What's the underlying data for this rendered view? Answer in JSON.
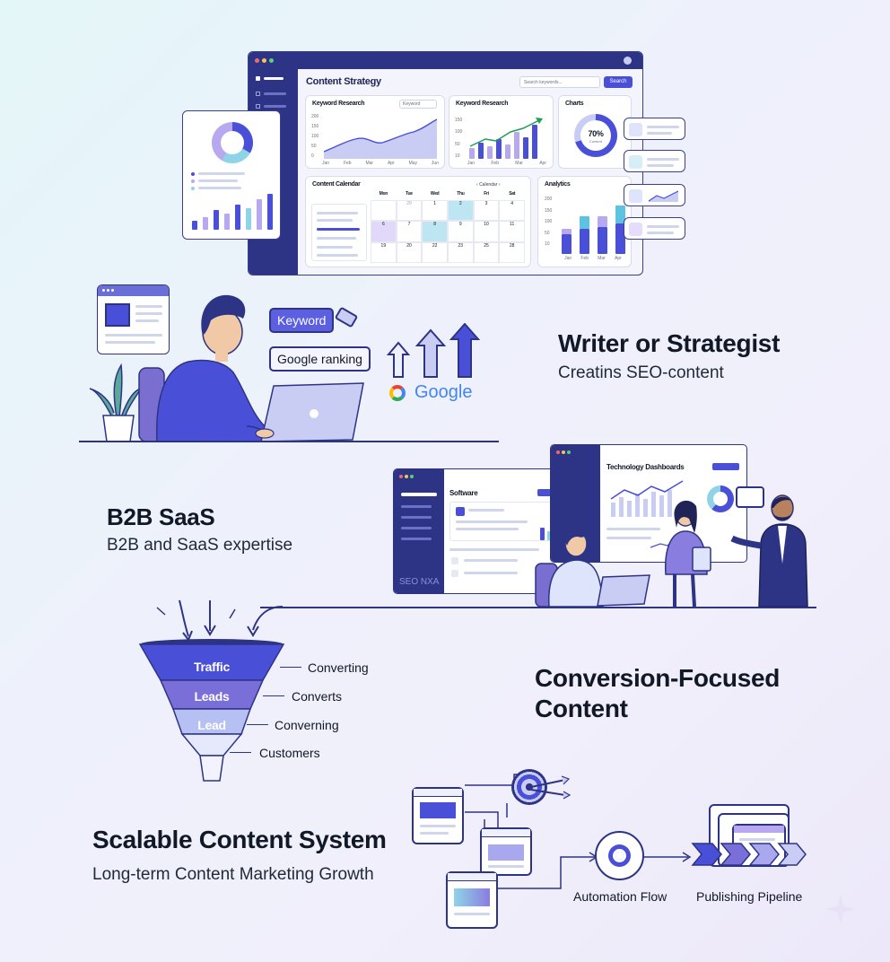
{
  "dashboard": {
    "title": "Content Strategy",
    "search_placeholder": "Search keywords...",
    "search_button": "Search",
    "keyword_research_1": {
      "title": "Keyword Research",
      "dropdown": "Keyword",
      "y_ticks": [
        "200",
        "150",
        "100",
        "50",
        "0"
      ],
      "x_ticks": [
        "Jan",
        "Feb",
        "Mar",
        "Apr",
        "May",
        "Jun"
      ]
    },
    "keyword_research_2": {
      "title": "Keyword Research",
      "y_ticks": [
        "150",
        "100",
        "50",
        "10"
      ],
      "x_ticks": [
        "Jan",
        "Feb",
        "Mar",
        "Apr"
      ]
    },
    "charts": {
      "title": "Charts",
      "value": "70%",
      "caption": "Content"
    },
    "calendar": {
      "title": "Content Calendar",
      "nav": "Calendar",
      "days": [
        "Mon",
        "Tue",
        "Wed",
        "Thu",
        "Fri",
        "Sat"
      ],
      "rows": [
        [
          "",
          "29",
          "1",
          "2",
          "3",
          "4"
        ],
        [
          "6",
          "7",
          "8",
          "9",
          "10",
          "11"
        ],
        [
          "19",
          "20",
          "22",
          "23",
          "25",
          "28"
        ]
      ]
    },
    "analytics": {
      "title": "Analytics",
      "y_ticks": [
        "200",
        "150",
        "100",
        "50",
        "10"
      ],
      "x_ticks": [
        "Jan",
        "Feb",
        "Mar",
        "Apr"
      ]
    }
  },
  "writer": {
    "bubble_keyword": "Keyword",
    "bubble_ranking": "Google ranking",
    "google": "Google",
    "title": "Writer or Strategist",
    "subtitle": "Creatins SEO-content"
  },
  "saas": {
    "title": "B2B SaaS",
    "subtitle": "B2B and SaaS expertise",
    "software_label": "Software",
    "tech_label": "Technology Dashboards",
    "brand": "SEO NXA"
  },
  "funnel": {
    "levels": [
      "Traffic",
      "Leads",
      "Lead"
    ],
    "labels": [
      "Converting",
      "Converts",
      "Converning",
      "Customers"
    ]
  },
  "conversion": {
    "title_line1": "Conversion-Focused",
    "title_line2": "Content"
  },
  "system": {
    "title": "Scalable Content System",
    "subtitle": "Long-term Content Marketing Growth",
    "automation": "Automation Flow",
    "publishing": "Publishing Pipeline"
  },
  "colors": {
    "primary": "#4a4fd8",
    "navy": "#2d3485",
    "lavender": "#b7a8ef",
    "teal": "#8fd4e6"
  }
}
